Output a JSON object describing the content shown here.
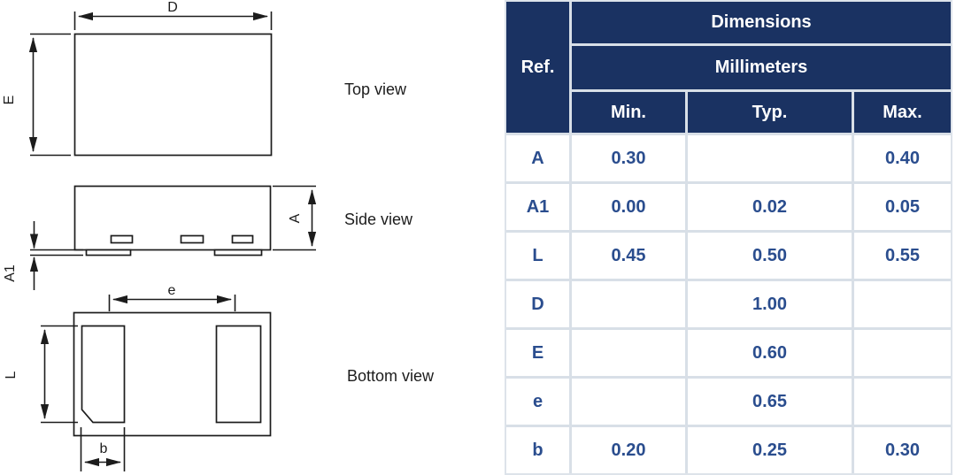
{
  "diagram": {
    "views": [
      {
        "label": "Top view"
      },
      {
        "label": "Side view"
      },
      {
        "label": "Bottom view"
      }
    ],
    "labels": {
      "D": "D",
      "E": "E",
      "A": "A",
      "A1": "A1",
      "e": "e",
      "L": "L",
      "b": "b"
    },
    "line_color": "#1c1c1c"
  },
  "table": {
    "header": {
      "ref": "Ref.",
      "dimensions": "Dimensions",
      "unit": "Millimeters",
      "min": "Min.",
      "typ": "Typ.",
      "max": "Max."
    },
    "rows": [
      {
        "ref": "A",
        "min": "0.30",
        "typ": "",
        "max": "0.40"
      },
      {
        "ref": "A1",
        "min": "0.00",
        "typ": "0.02",
        "max": "0.05"
      },
      {
        "ref": "L",
        "min": "0.45",
        "typ": "0.50",
        "max": "0.55"
      },
      {
        "ref": "D",
        "min": "",
        "typ": "1.00",
        "max": ""
      },
      {
        "ref": "E",
        "min": "",
        "typ": "0.60",
        "max": ""
      },
      {
        "ref": "e",
        "min": "",
        "typ": "0.65",
        "max": ""
      },
      {
        "ref": "b",
        "min": "0.20",
        "typ": "0.25",
        "max": "0.30"
      }
    ],
    "colors": {
      "header_bg": "#1a3262",
      "header_text": "#ffffff",
      "body_text": "#2a4d8e",
      "grid": "#d8dfe7"
    }
  }
}
